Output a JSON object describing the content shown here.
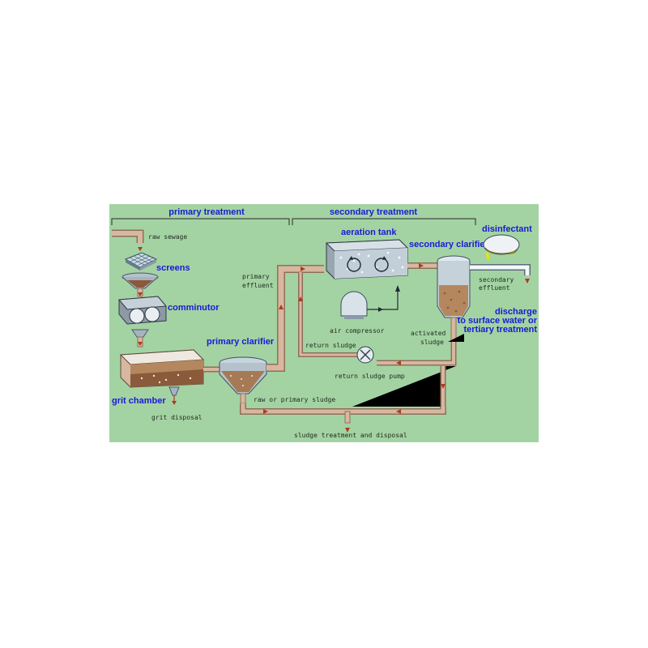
{
  "headers": {
    "primary": "primary treatment",
    "secondary": "secondary treatment"
  },
  "labels": {
    "raw_sewage": "raw sewage",
    "screens": "screens",
    "comminutor": "comminutor",
    "grit_chamber": "grit chamber",
    "grit_disposal": "grit disposal",
    "primary_clarifier": "primary clarifier",
    "primary_effluent_1": "primary",
    "primary_effluent_2": "effluent",
    "aeration_tank": "aeration tank",
    "air_compressor": "air compressor",
    "return_sludge": "return sludge",
    "return_sludge_pump": "return sludge pump",
    "activated_sludge_1": "activated",
    "activated_sludge_2": "sludge",
    "secondary_clarifier": "secondary clarifier",
    "disinfectant": "disinfectant",
    "secondary_effluent_1": "secondary",
    "secondary_effluent_2": "effluent",
    "discharge_1": "discharge",
    "discharge_2": "to surface water or",
    "discharge_3": "tertiary treatment",
    "raw_or_primary_sludge": "raw or primary sludge",
    "sludge_treatment": "sludge treatment and disposal"
  },
  "colors": {
    "background": "#a3d3a3",
    "pipe": "#d8b7a0",
    "pipe_edge": "#8f6f5a",
    "tank": "#b5c2cc",
    "sludge": "#8a5a3a",
    "arrow": "#b03a1e",
    "label_blue": "#1a1ad6",
    "disinfectant": "#f2e100"
  }
}
